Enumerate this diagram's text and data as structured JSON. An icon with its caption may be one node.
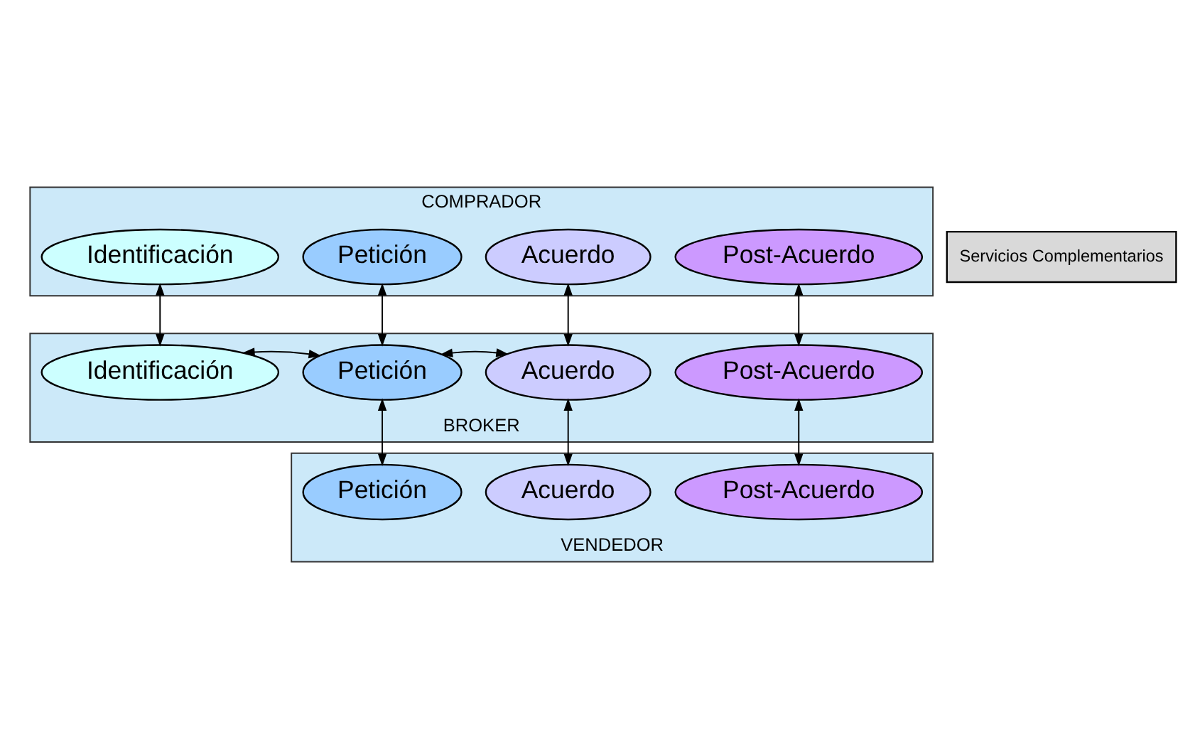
{
  "diagram": {
    "nodes": [
      {
        "text": [
          "COMPRADOR"
        ]
      },
      {
        "text": [
          "Identificación"
        ],
        "in": 0
      },
      {
        "text": [
          "Petición"
        ],
        "in": 0
      },
      {
        "text": [
          "Acuerdo"
        ],
        "in": 0
      },
      {
        "text": [
          "Post-Acuerdo"
        ],
        "in": 0
      },
      {
        "text": [
          "Servicios Complementarios"
        ]
      },
      {
        "text": [
          "BROKER"
        ]
      },
      {
        "text": [
          "Identificación"
        ],
        "in": 6
      },
      {
        "text": [
          "Petición"
        ],
        "in": 6
      },
      {
        "text": [
          "Acuerdo"
        ],
        "in": 6
      },
      {
        "text": [
          "Post-Acuerdo"
        ],
        "in": 6
      },
      {
        "text": [
          "VENDEDOR"
        ]
      },
      {
        "text": [
          "Petición"
        ],
        "in": 11
      },
      {
        "text": [
          "Acuerdo"
        ],
        "in": 11
      },
      {
        "text": [
          "Post-Acuerdo"
        ],
        "in": 11
      }
    ],
    "edges": [
      {
        "from": 1,
        "to": 7,
        "arrow": "both"
      },
      {
        "from": 2,
        "to": 8,
        "arrow": "both"
      },
      {
        "from": 3,
        "to": 9,
        "arrow": "both"
      },
      {
        "from": 4,
        "to": 10,
        "arrow": "both"
      },
      {
        "from": 7,
        "to": 8,
        "arrow": "both"
      },
      {
        "from": 8,
        "to": 9,
        "arrow": "both"
      },
      {
        "from": 8,
        "to": 12,
        "arrow": "both"
      },
      {
        "from": 9,
        "to": 13,
        "arrow": "both"
      },
      {
        "from": 10,
        "to": 14,
        "arrow": "both"
      }
    ]
  }
}
